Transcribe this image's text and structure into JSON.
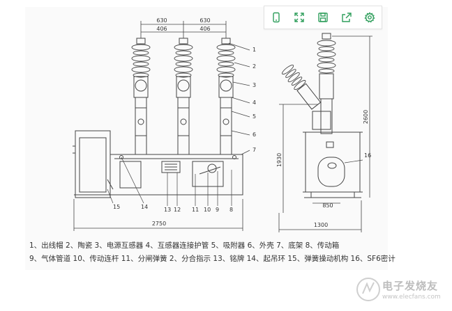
{
  "toolbar": {
    "buttons": [
      {
        "name": "phone-icon"
      },
      {
        "name": "fullscreen-icon"
      },
      {
        "name": "save-icon"
      },
      {
        "name": "share-icon"
      },
      {
        "name": "settings-icon"
      }
    ],
    "accent": "#2e9e5b"
  },
  "drawing": {
    "dims": {
      "top_630_left": "630",
      "top_630_right": "630",
      "top_406_left": "406",
      "top_406_right": "406",
      "bottom_width": "2750",
      "side_width": "1300",
      "side_850": "850",
      "height_1930": "1930",
      "height_2600": "2600"
    },
    "callouts_right": [
      "1",
      "2",
      "3",
      "4",
      "5",
      "6",
      "7"
    ],
    "callouts_bottom": [
      "13",
      "12",
      "11",
      "10",
      "9",
      "8"
    ],
    "callout_14": "14",
    "callout_15": "15",
    "callout_16": "16"
  },
  "legend": {
    "line1": "1、出线帽  2、陶瓷  3、电源互感器  4、互感器连接护管  5、吸附器  6、外壳  7、底架    8、传动箱",
    "line2": "9、气体管道  10、传动连杆  11、分闸弹簧    2、分合指示  13、铭牌  14、起吊环  15、弹簧操动机构  16、SF6密计"
  },
  "watermark": {
    "text": "电子发烧友",
    "url": "www.elecfans.com"
  }
}
